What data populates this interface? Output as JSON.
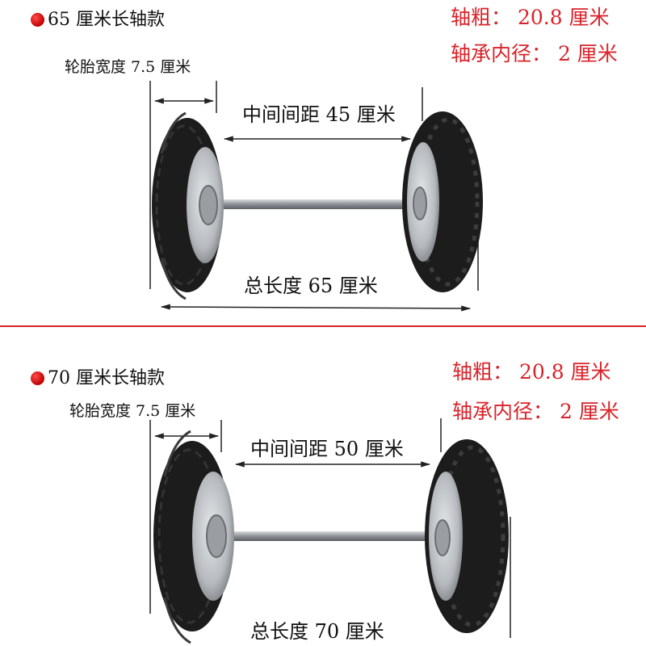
{
  "top": {
    "title": "65 厘米长轴款",
    "axle_thickness": "轴粗：  20.8 厘米",
    "bearing_inner": "轴承内径：  2 厘米",
    "tire_width": "轮胎宽度 7.5 厘米",
    "middle_gap": "中间间距 45 厘米",
    "total_length": "总长度 65 厘米"
  },
  "bottom": {
    "title": "70 厘米长轴款",
    "axle_thickness": "轴粗：  20.8 厘米",
    "bearing_inner": "轴承内径：  2 厘米",
    "tire_width": "轮胎宽度 7.5 厘米",
    "middle_gap": "中间间距 50 厘米",
    "total_length": "总长度 70 厘米"
  },
  "colors": {
    "accent_red": "#d9232a",
    "tire": "#1c1c1c",
    "rim": "#bfc3c7",
    "axle": "#8d9196"
  }
}
